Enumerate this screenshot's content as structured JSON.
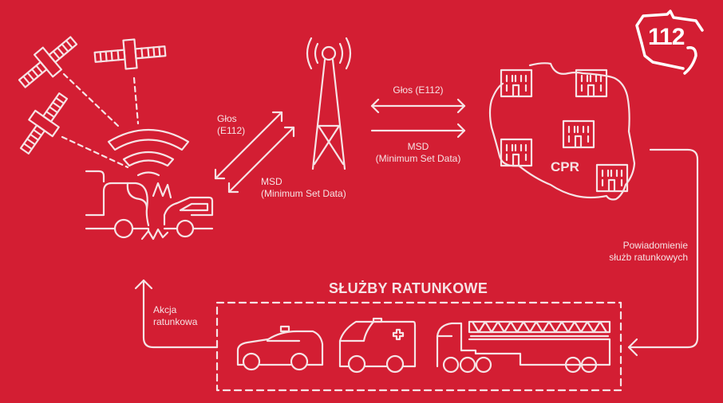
{
  "diagram": {
    "title": "eCall emergency notification flow",
    "colors": {
      "background": "#d31e33",
      "stroke": "#f6e3e5"
    },
    "logo": {
      "text": "112",
      "icon": "phone-handset-icon"
    },
    "labels": {
      "car_to_tower_voice_line1": "Głos",
      "car_to_tower_voice_line2": "(E112)",
      "car_to_tower_msd_line1": "MSD",
      "car_to_tower_msd_line2": "(Minimum Set Data)",
      "tower_to_cpr_voice": "Głos (E112)",
      "tower_to_cpr_msd_line1": "MSD",
      "tower_to_cpr_msd_line2": "(Minimum Set Data)",
      "cpr": "CPR",
      "notification_line1": "Powiadomienie",
      "notification_line2": "służb ratunkowych",
      "rescue_services_title": "SŁUŻBY RATUNKOWE",
      "rescue_action_line1": "Akcja",
      "rescue_action_line2": "ratunkowa"
    },
    "nodes": [
      {
        "id": "satellites",
        "icon": "satellite-icon",
        "count": 3
      },
      {
        "id": "crash",
        "icon": "car-crash-icon"
      },
      {
        "id": "tower",
        "icon": "radio-tower-icon"
      },
      {
        "id": "cpr",
        "icon": "poland-map-icon",
        "buildings": 5
      },
      {
        "id": "services",
        "icons": [
          "police-car-icon",
          "ambulance-icon",
          "fire-truck-icon"
        ]
      }
    ]
  }
}
